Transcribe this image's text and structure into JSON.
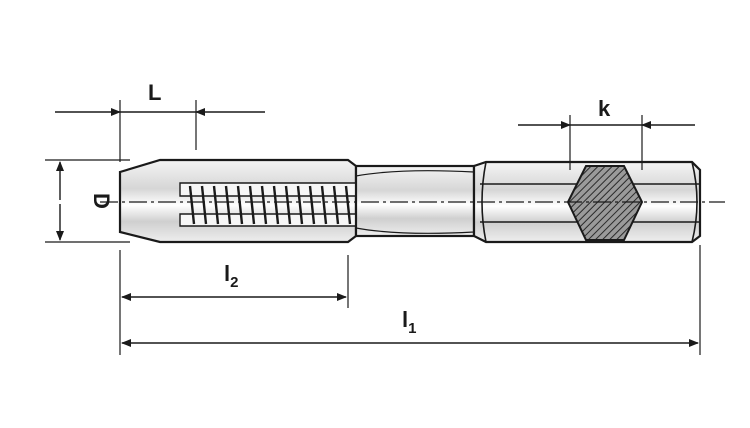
{
  "drawing": {
    "labels": {
      "L": "L",
      "k": "k",
      "D": "D",
      "l2_main": "l",
      "l2_sub": "2",
      "l1_main": "l",
      "l1_sub": "1"
    },
    "colors": {
      "line": "#1a1a1a",
      "body_fill": "#d2d2d2",
      "body_highlight": "#f2f2f2",
      "hatch": "#3a3a3a"
    }
  }
}
